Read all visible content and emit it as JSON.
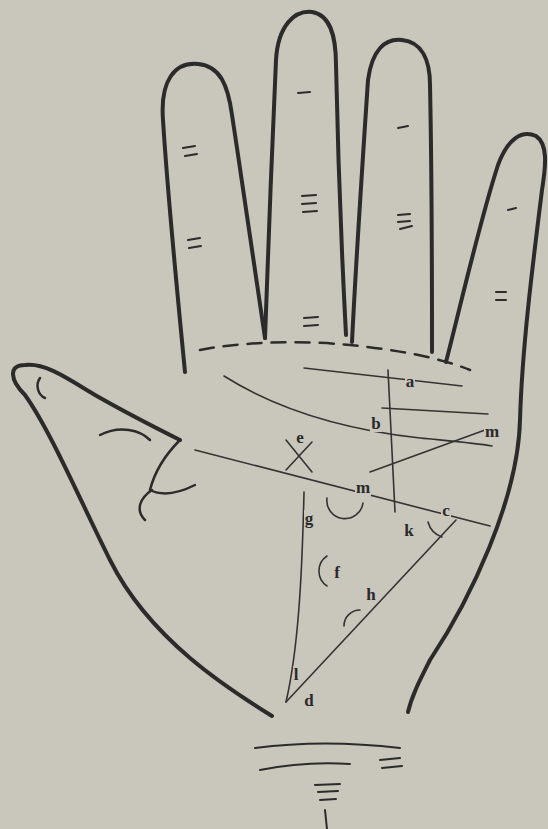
{
  "diagram": {
    "labels": [
      "a",
      "b",
      "m",
      "e",
      "m",
      "g",
      "c",
      "k",
      "f",
      "h",
      "l",
      "d"
    ]
  }
}
